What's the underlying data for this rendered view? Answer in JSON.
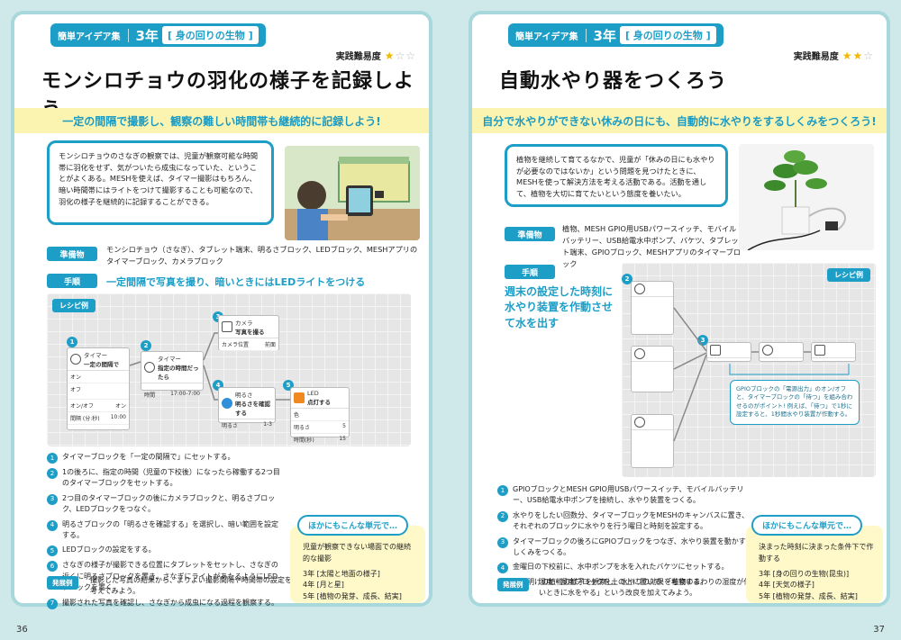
{
  "left": {
    "page_number": "36",
    "series_label": "簡単アイデア集",
    "grade": "3年",
    "unit": "[ 身の回りの生物 ]",
    "difficulty_label": "実践難易度",
    "difficulty_stars": 1,
    "title": "モンシロチョウの羽化の様子を記録しよう",
    "banner": "一定の間隔で撮影し、観察の難しい時間帯も継続的に記録しよう!",
    "intro": "モンシロチョウのさなぎの観察では、児童が観察可能な時間帯に羽化をせず、気がついたら成虫になっていた、ということがよくある。MESHを使えば、タイマー撮影はもちろん、暗い時間帯にはライトをつけて撮影することも可能なので、羽化の様子を継続的に記録することができる。",
    "equipment_label": "準備物",
    "equipment": "モンシロチョウ（さなぎ）、タブレット端末、明るさブロック、LEDブロック、MESHアプリのタイマーブロック、カメラブロック",
    "procedure_label": "手順",
    "procedure_note": "一定間隔で写真を撮り、暗いときにはLEDライトをつける",
    "recipe_label": "レシピ例",
    "recipe_blocks": {
      "timer1_title": "タイマー",
      "timer1_name": "一定の間隔で",
      "timer1_on": "オン",
      "timer1_off": "オフ",
      "timer1_onoff": "オン/オフ",
      "timer1_onoff_val": "オン",
      "timer1_interval": "間隔 (分:秒)",
      "timer1_interval_val": "10:00",
      "timer2_title": "タイマー",
      "timer2_name": "指定の時間だったら",
      "timer2_time": "時間",
      "timer2_time_val": "17:00-7:00",
      "camera_title": "カメラ",
      "camera_name": "写真を撮る",
      "camera_pos": "カメラ位置",
      "camera_pos_val": "前面",
      "bright_title": "明るさ",
      "bright_name": "明るさを確認する",
      "bright_row": "明るさ",
      "bright_val": "1-3",
      "led_title": "LED",
      "led_name": "点灯する",
      "led_color": "色",
      "led_bright": "明るさ",
      "led_bright_val": "5",
      "led_time": "時間(秒)",
      "led_time_val": "15"
    },
    "steps": [
      {
        "n": "1",
        "text": "タイマーブロックを「一定の間隔で」にセットする。"
      },
      {
        "n": "2",
        "text": "1の後ろに、指定の時間（児童の下校後）になったら稼働する2つ目のタイマーブロックをセットする。"
      },
      {
        "n": "3",
        "text": "2つ目のタイマーブロックの後にカメラブロックと、明るさブロック、LEDブロックをつなぐ。"
      },
      {
        "n": "4",
        "text": "明るさブロックの「明るさを確認する」を選択し、暗い範囲を設定する。"
      },
      {
        "n": "5",
        "text": "LEDブロックの設定をする。"
      },
      {
        "n": "6",
        "text": "さなぎの様子が撮影できる位置にタブレットをセットし、さなぎの近くに明るさブロックを置き、さなぎにライトがあたるようにLEDブロックを置く。"
      },
      {
        "n": "7",
        "text": "撮影された写真を確認し、さなぎから成虫になる過程を観察する。"
      }
    ],
    "development_label": "発展例",
    "development": "撮影した写真の結果から、よりよい撮影間隔や時間帯の設定を考えてみよう。",
    "other_head": "ほかにもこんな単元で…",
    "other_intro": "児童が観察できない場面での継続的な撮影",
    "other_items": [
      "3年 [太陽と地面の様子]",
      "4年 [月と星]",
      "5年 [植物の発芽、成長、結実]"
    ]
  },
  "right": {
    "page_number": "37",
    "series_label": "簡単アイデア集",
    "grade": "3年",
    "unit": "[ 身の回りの生物 ]",
    "difficulty_label": "実践難易度",
    "difficulty_stars": 2,
    "title": "自動水やり器をつくろう",
    "banner": "自分で水やりができない休みの日にも、自動的に水やりをするしくみをつくろう!",
    "intro": "植物を継続して育てるなかで、児童が「休みの日にも水やりが必要なのではないか」という問題を見つけたときに、MESHを使って解決方法を考える活動である。活動を通して、植物を大切に育てたいという態度を養いたい。",
    "equipment_label": "準備物",
    "equipment": "植物、MESH GPIO用USBパワースイッチ、モバイルバッテリー、USB給電水中ポンプ、バケツ、タブレット端末、GPIOブロック、MESHアプリのタイマーブロック",
    "procedure_label": "手順",
    "procedure_note": "週末の設定した時刻に水やり装置を作動させて水を出す",
    "recipe_label": "レシピ例",
    "recipe_callout": "GPIOブロックの「電源出力」のオン/オフと、タイマーブロックの「待つ」を組み合わせるのがポイント! 例えば、「待つ」で1秒に設定すると、1秒間水やり装置が作動する。",
    "steps": [
      {
        "n": "1",
        "text": "GPIOブロックとMESH GPIO用USBパワースイッチ、モバイルバッテリー、USB給電水中ポンプを接続し、水やり装置をつくる。"
      },
      {
        "n": "2",
        "text": "水やりをしたい回数分、タイマーブロックをMESHのキャンバスに置き、それぞれのブロックに水やりを行う曜日と時刻を設定する。"
      },
      {
        "n": "3",
        "text": "タイマーブロックの後ろにGPIOブロックをつなぎ、水やり装置を動かすしくみをつくる。"
      },
      {
        "n": "4",
        "text": "金曜日の下校前に、水中ポンプを水を入れたバケツにセットする。"
      },
      {
        "n": "5",
        "text": "休日明けの植物の様子を観察し、水やりの効果を考察する。"
      }
    ],
    "development_label": "発展例",
    "development": "温度・湿度ブロックを土の上に置いて、「植物のまわりの湿度が低いときに水をやる」という改良を加えてみよう。",
    "other_head": "ほかにもこんな単元で…",
    "other_intro": "決まった時刻に決まった条件下で作動する",
    "other_items": [
      "3年 [身の回りの生物(昆虫)]",
      "4年 [天気の様子]",
      "5年 [植物の発芽、成長、結実]"
    ]
  },
  "colors": {
    "accent": "#1d9ec7",
    "banner": "#fbf3b0",
    "frame": "#a8d8dc",
    "star": "#f2b800"
  }
}
